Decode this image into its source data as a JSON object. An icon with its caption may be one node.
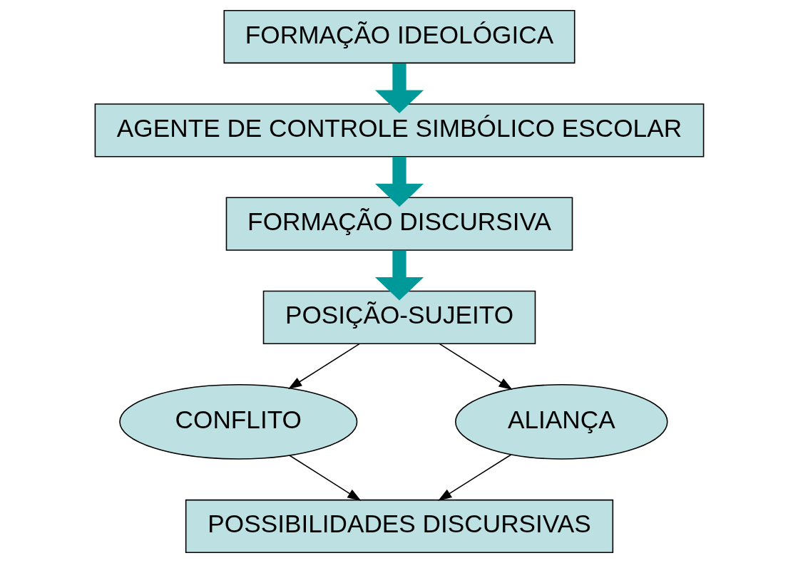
{
  "diagram": {
    "nodes": [
      {
        "text": [
          "FORMAÇÃO IDEOLÓGICA"
        ]
      },
      {
        "text": [
          "AGENTE DE CONTROLE SIMBÓLICO ESCOLAR"
        ]
      },
      {
        "text": [
          "FORMAÇÃO DISCURSIVA"
        ]
      },
      {
        "text": [
          "POSIÇÃO-SUJEITO"
        ]
      },
      {
        "text": [
          "CONFLITO"
        ]
      },
      {
        "text": [
          "ALIANÇA"
        ]
      },
      {
        "text": [
          "POSSIBILIDADES DISCURSIVAS"
        ]
      }
    ],
    "edges": [
      {
        "from": 0,
        "to": 1,
        "arrow": "to",
        "style": "thick",
        "color": "#009999"
      },
      {
        "from": 1,
        "to": 2,
        "arrow": "to",
        "style": "thick",
        "color": "#009999"
      },
      {
        "from": 2,
        "to": 3,
        "arrow": "to",
        "style": "thick",
        "color": "#009999"
      },
      {
        "from": 3,
        "to": 4,
        "arrow": "to"
      },
      {
        "from": 3,
        "to": 5,
        "arrow": "to"
      },
      {
        "from": 4,
        "to": 6,
        "arrow": "to"
      },
      {
        "from": 5,
        "to": 6,
        "arrow": "to"
      }
    ]
  }
}
